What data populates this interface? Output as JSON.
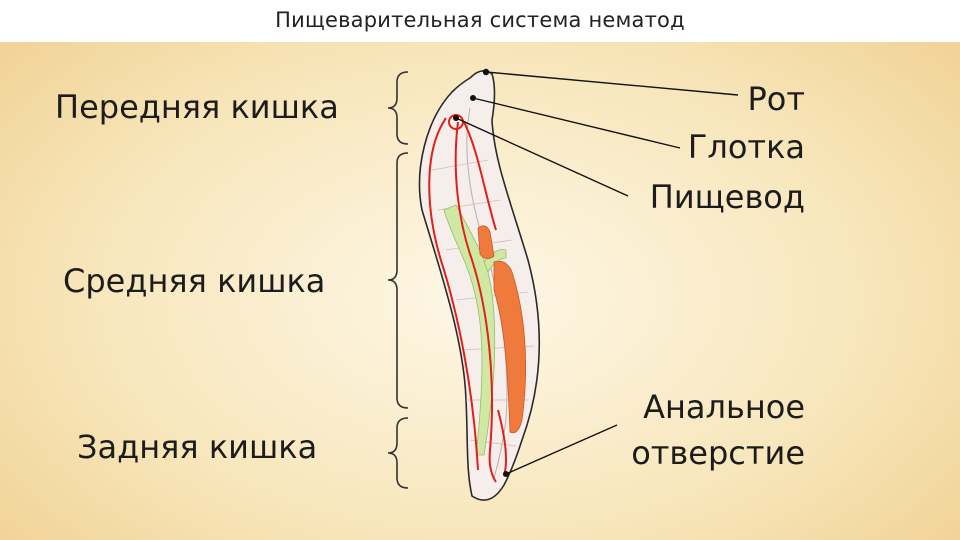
{
  "title": "Пищеварительная система нематод",
  "left_labels": {
    "foregut": "Передняя кишка",
    "midgut": "Средняя кишка",
    "hindgut": "Задняя кишка"
  },
  "right_labels": {
    "mouth": "Рот",
    "pharynx": "Глотка",
    "esophagus": "Пищевод",
    "anus_line1": "Анальное",
    "anus_line2": "отверстие"
  },
  "colors": {
    "body_fill": "#f6eeea",
    "outline": "#2a2a2a",
    "nerve_red": "#e0201a",
    "intestine_orange": "#ef7a3c",
    "gut_green": "#cfe8a3"
  }
}
